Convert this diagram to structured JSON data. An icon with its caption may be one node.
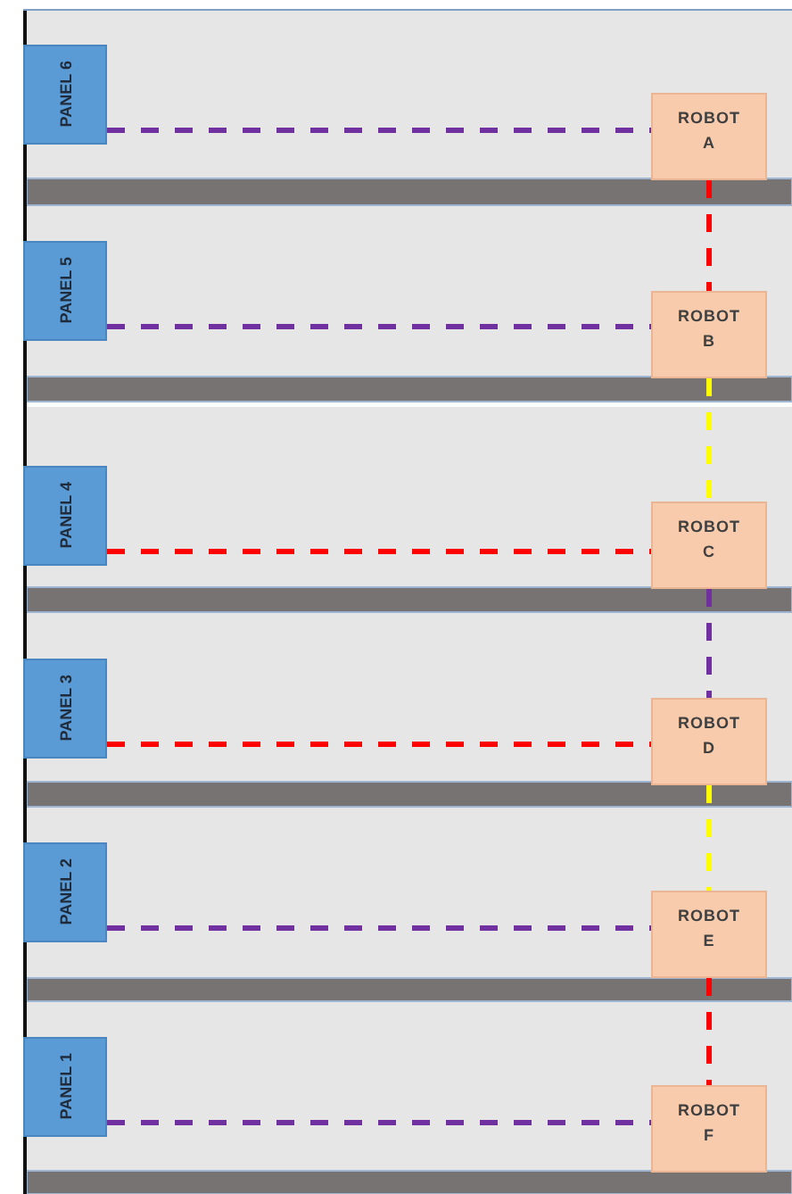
{
  "diagram": {
    "nodes": [
      {
        "text": [
          "PANEL 6"
        ]
      },
      {
        "text": [
          "ROBOT A"
        ]
      },
      {
        "text": [
          "PANEL 5"
        ]
      },
      {
        "text": [
          "ROBOT B"
        ]
      },
      {
        "text": [
          "PANEL 4"
        ]
      },
      {
        "text": [
          "ROBOT C"
        ]
      },
      {
        "text": [
          "PANEL 3"
        ]
      },
      {
        "text": [
          "ROBOT D"
        ]
      },
      {
        "text": [
          "PANEL 2"
        ]
      },
      {
        "text": [
          "ROBOT E"
        ]
      },
      {
        "text": [
          "PANEL 1"
        ]
      },
      {
        "text": [
          "ROBOT F"
        ]
      }
    ],
    "edges": [
      {
        "from": 0,
        "to": 1,
        "arrow": "none",
        "style": "dashed"
      },
      {
        "from": 1,
        "to": 3,
        "arrow": "none",
        "style": "dashed",
        "color": "#ff0000"
      },
      {
        "from": 2,
        "to": 3,
        "arrow": "none",
        "style": "dashed"
      },
      {
        "from": 3,
        "to": 5,
        "arrow": "none",
        "style": "dashed",
        "color": "#ffff00"
      },
      {
        "from": 4,
        "to": 5,
        "arrow": "none",
        "style": "dashed",
        "color": "#ff0000"
      },
      {
        "from": 5,
        "to": 7,
        "arrow": "none",
        "style": "dashed"
      },
      {
        "from": 6,
        "to": 7,
        "arrow": "none",
        "style": "dashed",
        "color": "#ff0000"
      },
      {
        "from": 7,
        "to": 9,
        "arrow": "none",
        "style": "dashed",
        "color": "#ffff00"
      },
      {
        "from": 8,
        "to": 9,
        "arrow": "none",
        "style": "dashed"
      },
      {
        "from": 9,
        "to": 11,
        "arrow": "none",
        "style": "dashed",
        "color": "#ff0000"
      },
      {
        "from": 10,
        "to": 11,
        "arrow": "none",
        "style": "dashed"
      }
    ]
  }
}
